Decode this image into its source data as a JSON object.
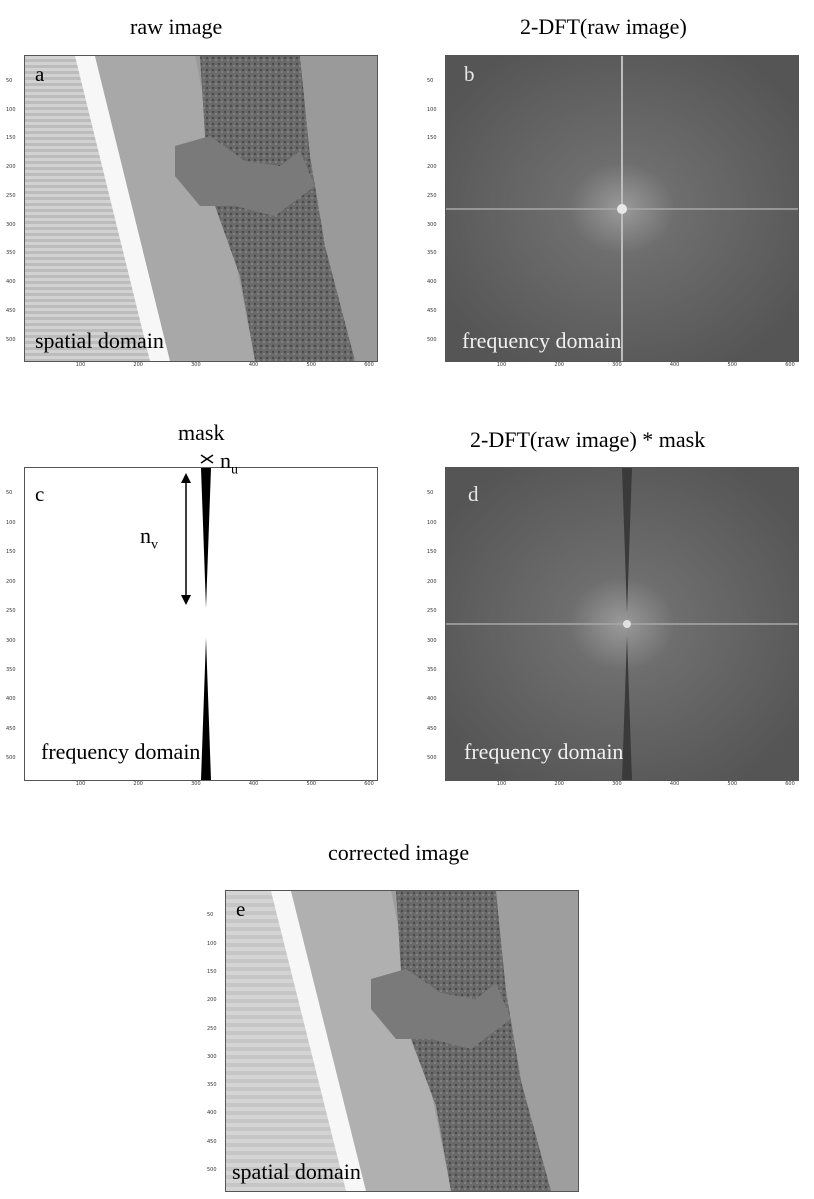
{
  "figure": {
    "panels": [
      {
        "id": "a",
        "title": "raw image",
        "letter": "a",
        "caption": "spatial domain",
        "kind": "spatial"
      },
      {
        "id": "b",
        "title": "2-DFT(raw image)",
        "letter": "b",
        "caption": "frequency domain",
        "kind": "fft"
      },
      {
        "id": "c",
        "title": "mask",
        "letter": "c",
        "caption": "frequency domain",
        "kind": "mask"
      },
      {
        "id": "d",
        "title": "2-DFT(raw image) * mask",
        "letter": "d",
        "caption": "frequency domain",
        "kind": "fft-masked"
      },
      {
        "id": "e",
        "title": "corrected image",
        "letter": "e",
        "caption": "spatial domain",
        "kind": "spatial-corrected"
      }
    ],
    "mask_labels": {
      "nu_base": "n",
      "nu_sub": "u",
      "nv_base": "n",
      "nv_sub": "v"
    },
    "y_ticks": [
      "50",
      "100",
      "150",
      "200",
      "250",
      "300",
      "350",
      "400",
      "450",
      "500"
    ],
    "x_ticks": [
      "100",
      "200",
      "300",
      "400",
      "500",
      "600"
    ],
    "colors": {
      "fft_background": "#5a5a5a",
      "mask_black": "#000000",
      "frame": "#555555"
    }
  }
}
